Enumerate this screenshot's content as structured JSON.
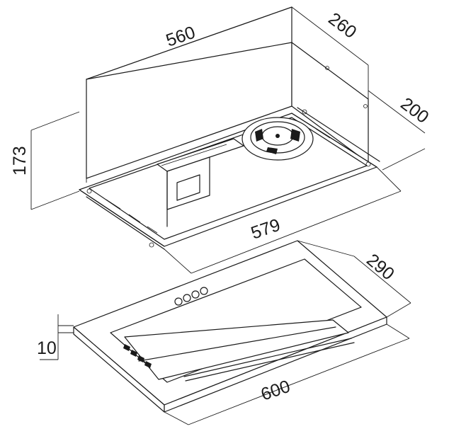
{
  "dimensions": {
    "width_top": "560",
    "depth_top": "260",
    "depth_inner": "200",
    "height": "173",
    "inner_width": "579",
    "panel_depth": "290",
    "panel_thickness": "10",
    "panel_width": "600"
  },
  "colors": {
    "stroke": "#1a1a1a",
    "background": "#ffffff"
  }
}
